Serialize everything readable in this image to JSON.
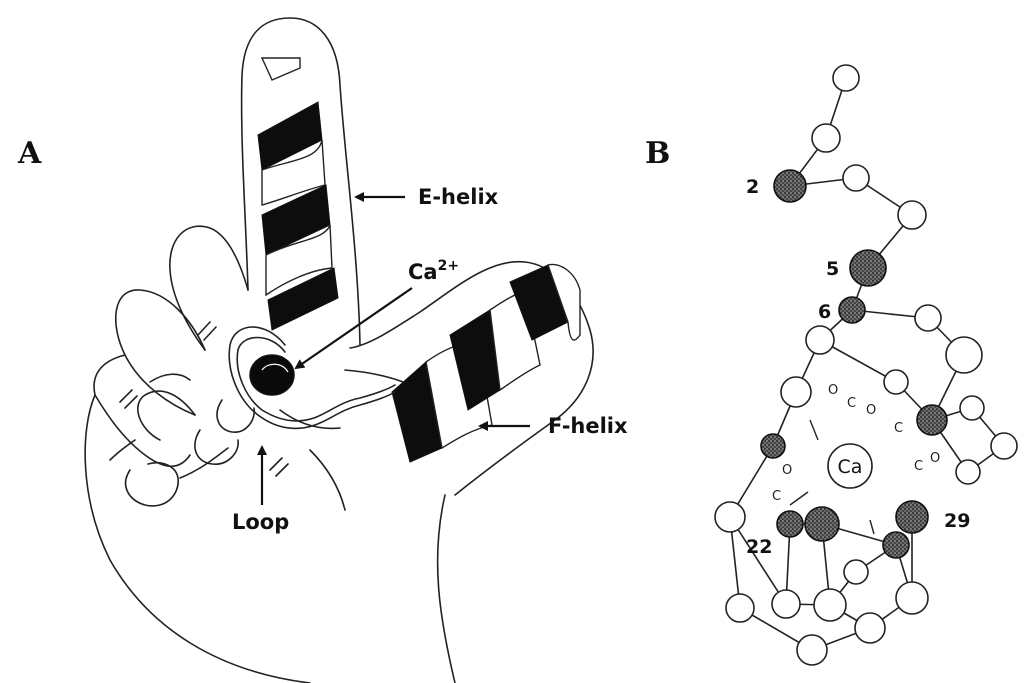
{
  "panel_a": {
    "letter": "A",
    "labels": {
      "e_helix": "E-helix",
      "f_helix": "F-helix",
      "calcium": "Ca",
      "calcium_charge": "2+",
      "loop": "Loop"
    }
  },
  "panel_b": {
    "letter": "B",
    "center_label": "Ca",
    "residue_numbers": [
      "2",
      "5",
      "6",
      "22",
      "29"
    ]
  }
}
